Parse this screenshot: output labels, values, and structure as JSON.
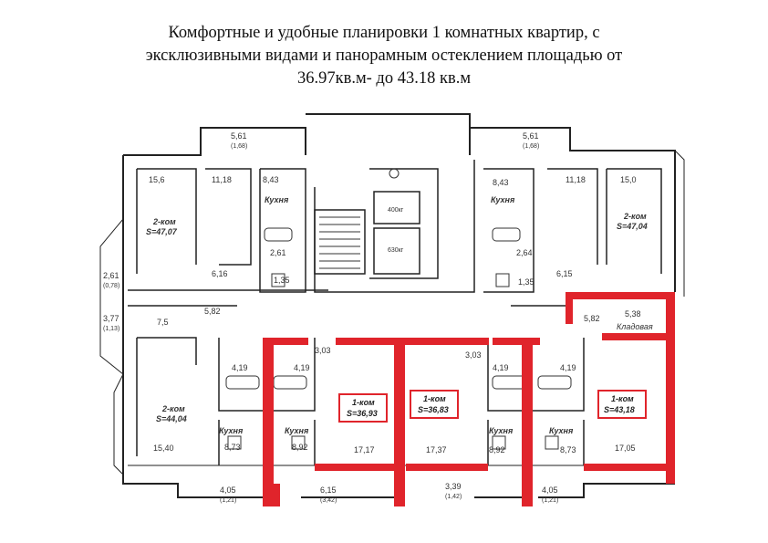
{
  "title": {
    "line1": "Комфортные и удобные планировки 1 комнатных квартир, с",
    "line2": "эксклюзивными видами и панорамным остеклением площадью от",
    "line3": "36.97кв.м- до 43.18 кв.м"
  },
  "colors": {
    "highlight": "#e0242b",
    "wall": "#222222",
    "paper": "#ffffff"
  },
  "upper_left": {
    "balcony": "5,61",
    "balcony_sub": "(1,68)",
    "room": "15,6",
    "room2": "11,18",
    "kitchen_area": "8,43",
    "kitchen": "Кухня",
    "apt_type": "2-ком",
    "apt_area": "S=47,07",
    "bath": "2,61",
    "wc": "1,35",
    "hall": "6,16",
    "loggia": "2,61",
    "loggia_sub": "(0,78)"
  },
  "upper_right": {
    "balcony": "5,61",
    "balcony_sub": "(1,68)",
    "kitchen_area": "8,43",
    "kitchen": "Кухня",
    "room2": "11,18",
    "room": "15,0",
    "apt_type": "2-ком",
    "apt_area": "S=47,04",
    "bath": "2,64",
    "wc": "1,35",
    "hall": "6,15",
    "storage_area": "5,38",
    "storage": "Кладовая"
  },
  "core": {
    "room_a": "400кг",
    "room_b": "630кг"
  },
  "lower_left": {
    "loggia": "3,77",
    "loggia_sub": "(1,13)",
    "corridor": "7,5",
    "small": "5,82",
    "apt_type": "2-ком",
    "apt_area": "S=44,04",
    "room": "15,40",
    "kitchen": "Кухня",
    "kitchen_area": "8,73",
    "bath": "4,19",
    "balcony": "4,05",
    "balcony_sub": "(1,21)"
  },
  "lower_mid": {
    "hall_left": "3,03",
    "hall_right": "3,03",
    "bath_a": "4,19",
    "kitchen_a": "Кухня",
    "kitchen_a_area": "8,92",
    "room_a": "17,17",
    "room_b": "17,37",
    "bath_b": "4,19",
    "kitchen_b": "Кухня",
    "kitchen_b_area": "8,92",
    "loggia_a": "6,15",
    "loggia_a_sub": "(3,42)",
    "loggia_b": "3,39",
    "loggia_b_sub": "(1,42)"
  },
  "lower_right": {
    "small": "5,82",
    "bath": "4,19",
    "kitchen": "Кухня",
    "kitchen_area": "8,73",
    "room": "17,05",
    "balcony": "4,05",
    "balcony_sub": "(1,21)"
  },
  "highlights": [
    {
      "type": "1-ком",
      "area": "S=36,93"
    },
    {
      "type": "1-ком",
      "area": "S=36,83"
    },
    {
      "type": "1-ком",
      "area": "S=43,18"
    }
  ]
}
